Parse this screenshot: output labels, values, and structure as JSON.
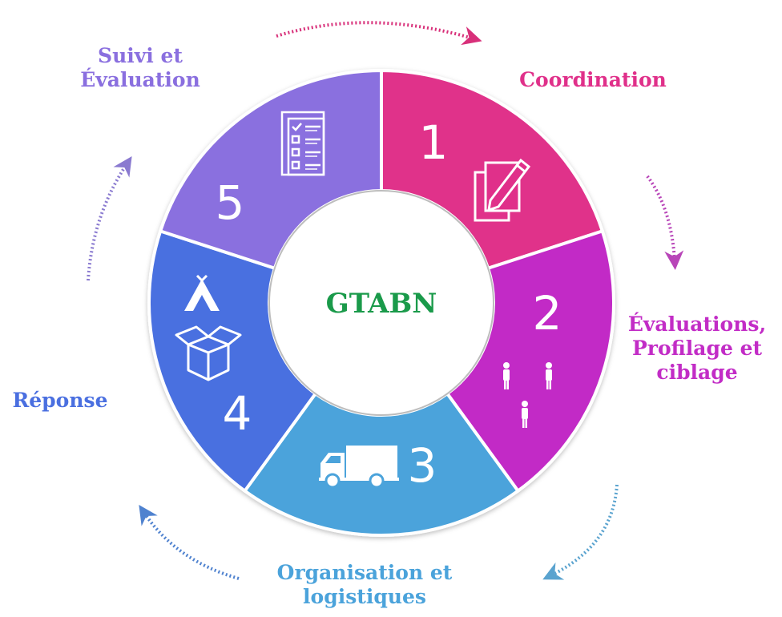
{
  "center": {
    "title": "GTABN",
    "color": "#1a9a4a"
  },
  "steps": [
    {
      "number": "1",
      "label": [
        "Coordination"
      ],
      "color": "#e0308a",
      "icon": "edit-document-icon",
      "arrow_color": "#d8307a"
    },
    {
      "number": "2",
      "label": [
        "Évaluations,",
        "Profilage et",
        "ciblage"
      ],
      "color": "#c22cc6",
      "icon": "people-icon",
      "arrow_color": "#b845b8"
    },
    {
      "number": "3",
      "label": [
        "Organisation et",
        "logistiques"
      ],
      "color": "#4ba3db",
      "icon": "truck-icon",
      "arrow_color": "#5aa3cf"
    },
    {
      "number": "4",
      "label": [
        "Réponse"
      ],
      "color": "#4a6fe0",
      "icon": "tent-box-icon",
      "arrow_color": "#4f82cf"
    },
    {
      "number": "5",
      "label": [
        "Suivi et",
        "Évaluation"
      ],
      "color": "#8a6fdf",
      "icon": "checklist-icon",
      "arrow_color": "#8a7ad0"
    }
  ],
  "label_colors": [
    "#e0308a",
    "#c22cc6",
    "#4ba3db",
    "#4a6fe0",
    "#8a6fdf"
  ]
}
